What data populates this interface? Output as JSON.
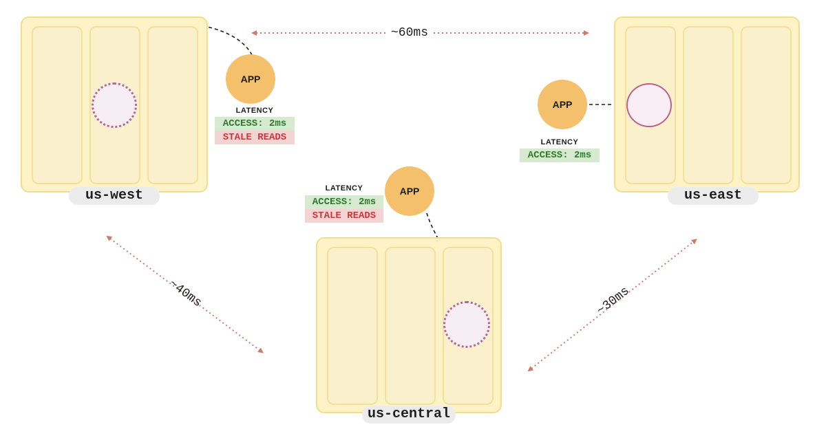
{
  "regions": {
    "west": {
      "label": "us-west"
    },
    "east": {
      "label": "us-east"
    },
    "central": {
      "label": "us-central"
    }
  },
  "apps": {
    "west": {
      "label": "APP",
      "latency_title": "LATENCY",
      "access": "ACCESS: 2ms",
      "stale": "STALE READS"
    },
    "east": {
      "label": "APP",
      "latency_title": "LATENCY",
      "access": "ACCESS: 2ms"
    },
    "central": {
      "label": "APP",
      "latency_title": "LATENCY",
      "access": "ACCESS: 2ms",
      "stale": "STALE READS"
    }
  },
  "distances": {
    "west_east": "~60ms",
    "west_central": "~40ms",
    "central_east": "~30ms"
  },
  "colors": {
    "region_fill": "#fdf3c6",
    "region_border": "#f2de8a",
    "app_fill": "#f4c06b",
    "access_bg": "#d6ead0",
    "access_text": "#2f7a2c",
    "stale_bg": "#f4d3d3",
    "stale_text": "#c43a3a",
    "replica_border": "#b8618c",
    "distance_arrow": "#d07a6a"
  }
}
